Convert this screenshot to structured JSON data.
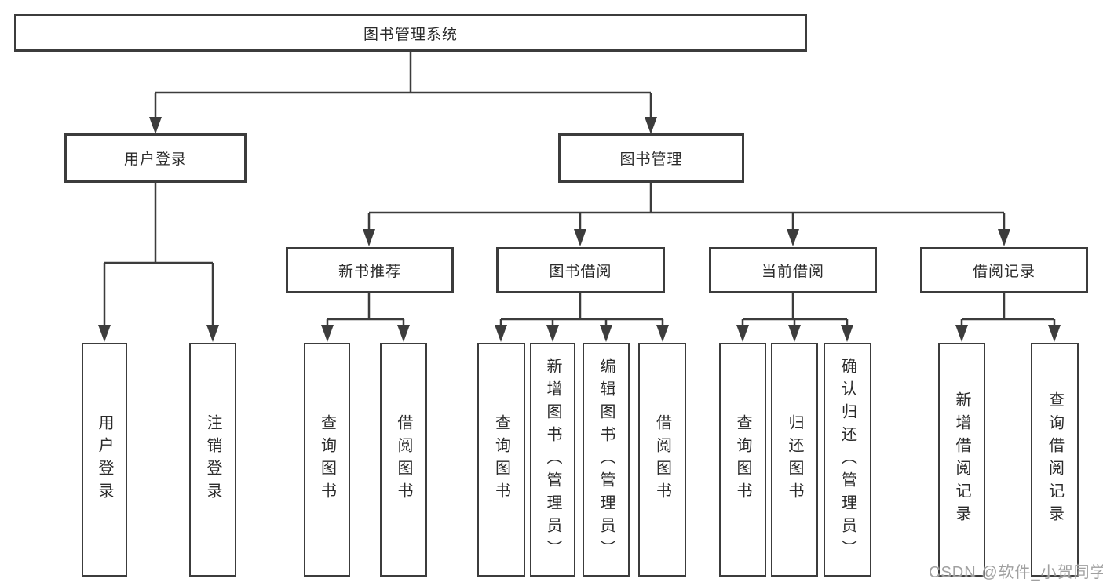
{
  "diagram": {
    "root": {
      "label": "图书管理系统"
    },
    "level2": [
      {
        "label": "用户登录"
      },
      {
        "label": "图书管理"
      }
    ],
    "level3": [
      {
        "label": "新书推荐"
      },
      {
        "label": "图书借阅"
      },
      {
        "label": "当前借阅"
      },
      {
        "label": "借阅记录"
      }
    ],
    "leaves": [
      {
        "label": "用户登录"
      },
      {
        "label": "注销登录"
      },
      {
        "label": "查询图书"
      },
      {
        "label": "借阅图书"
      },
      {
        "label": "查询图书"
      },
      {
        "label": "新增图书（管理员）"
      },
      {
        "label": "编辑图书（管理员）"
      },
      {
        "label": "借阅图书"
      },
      {
        "label": "查询图书"
      },
      {
        "label": "归还图书"
      },
      {
        "label": "确认归还（管理员）"
      },
      {
        "label": "新增借阅记录"
      },
      {
        "label": "查询借阅记录"
      }
    ]
  },
  "watermark": {
    "text": "CSDN @软件_小贺同学"
  },
  "colors": {
    "line": "#3c3c3c",
    "text": "#2b2b2b",
    "watermark": "#a0a0a0",
    "background": "#ffffff"
  }
}
